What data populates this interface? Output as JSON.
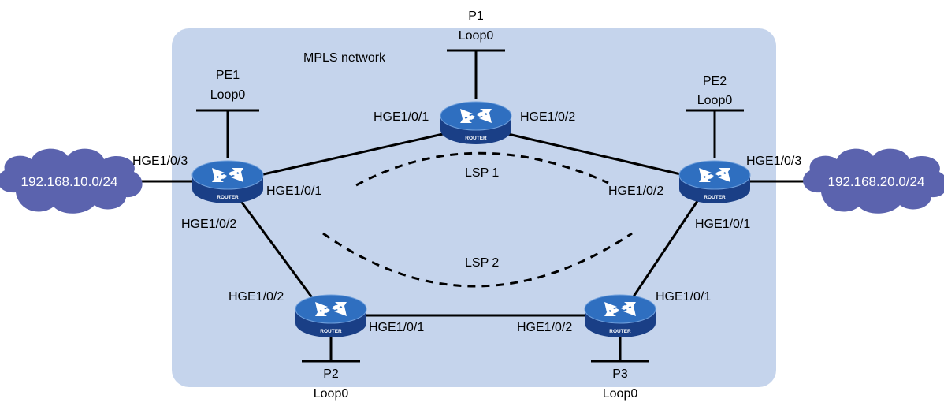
{
  "network_label": "MPLS network",
  "colors": {
    "network_area": "#c5d4ec",
    "router_top": "#2f6fc0",
    "router_body": "#1a3f86",
    "cloud": "#5b63ae",
    "link": "#000000"
  },
  "devices": {
    "pe1": {
      "name": "PE1",
      "loopback": "Loop0",
      "badge": "ROUTER"
    },
    "pe2": {
      "name": "PE2",
      "loopback": "Loop0",
      "badge": "ROUTER"
    },
    "p1": {
      "name": "P1",
      "loopback": "Loop0",
      "badge": "ROUTER"
    },
    "p2": {
      "name": "P2",
      "loopback": "Loop0",
      "badge": "ROUTER"
    },
    "p3": {
      "name": "P3",
      "loopback": "Loop0",
      "badge": "ROUTER"
    }
  },
  "clouds": {
    "left": "192.168.10.0/24",
    "right": "192.168.20.0/24"
  },
  "interfaces": {
    "pe1_to_cloud": "HGE1/0/3",
    "pe1_to_p1": "HGE1/0/1",
    "pe1_to_p2": "HGE1/0/2",
    "p1_to_pe1": "HGE1/0/1",
    "p1_to_pe2": "HGE1/0/2",
    "pe2_to_cloud": "HGE1/0/3",
    "pe2_to_p1": "HGE1/0/2",
    "pe2_to_p3": "HGE1/0/1",
    "p2_to_pe1": "HGE1/0/2",
    "p2_to_p3": "HGE1/0/1",
    "p3_to_p2": "HGE1/0/2",
    "p3_to_pe2": "HGE1/0/1"
  },
  "lsps": {
    "lsp1": "LSP 1",
    "lsp2": "LSP 2"
  }
}
